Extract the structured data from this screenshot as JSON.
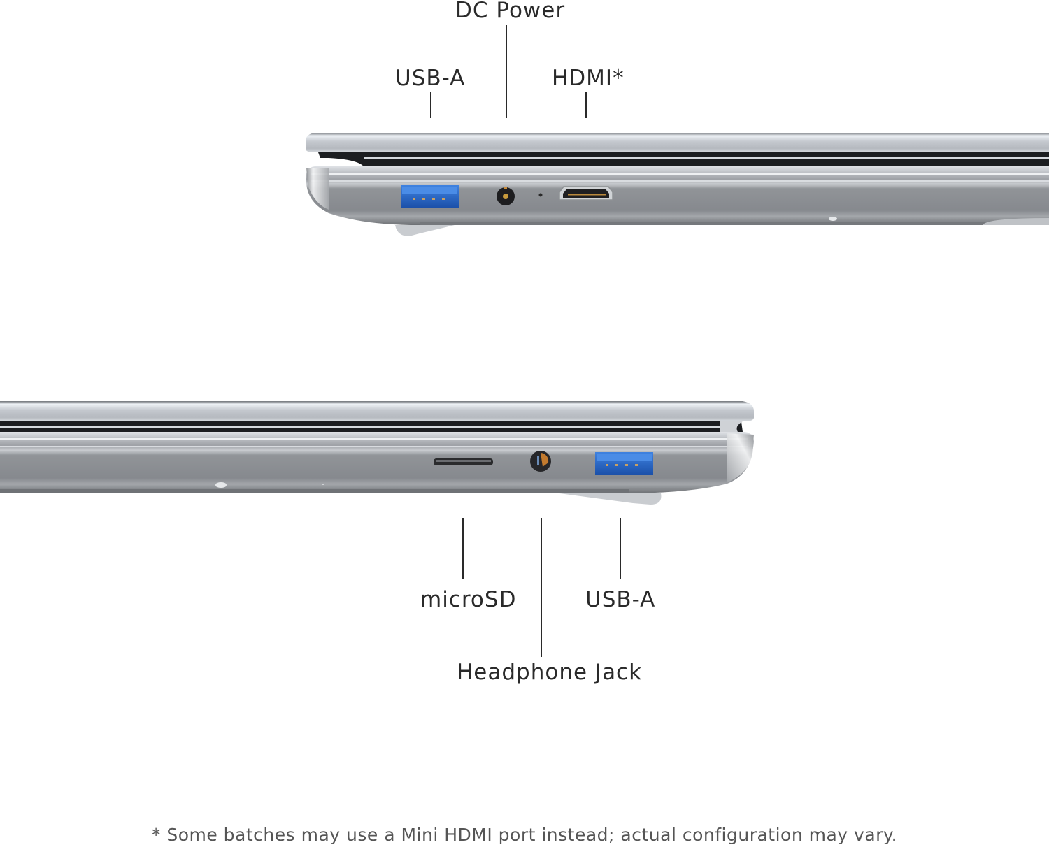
{
  "top_view": {
    "side": "left",
    "ports": [
      {
        "label": "USB-A",
        "type": "usb-a",
        "color": "#1e5fc4"
      },
      {
        "label": "DC Power",
        "type": "dc-power"
      },
      {
        "label": "HDMI*",
        "type": "hdmi"
      }
    ]
  },
  "bottom_view": {
    "side": "right",
    "ports": [
      {
        "label": "microSD",
        "type": "microsd"
      },
      {
        "label": "Headphone Jack",
        "type": "audio-jack"
      },
      {
        "label": "USB-A",
        "type": "usb-a",
        "color": "#1e5fc4"
      }
    ]
  },
  "footnote": "* Some batches may use a Mini HDMI port instead; actual configuration may vary.",
  "colors": {
    "chassis": "#a7aab0",
    "chassis_dark": "#85888d",
    "usb_blue": "#1e5fc4",
    "label_text": "#2a2a2a"
  }
}
